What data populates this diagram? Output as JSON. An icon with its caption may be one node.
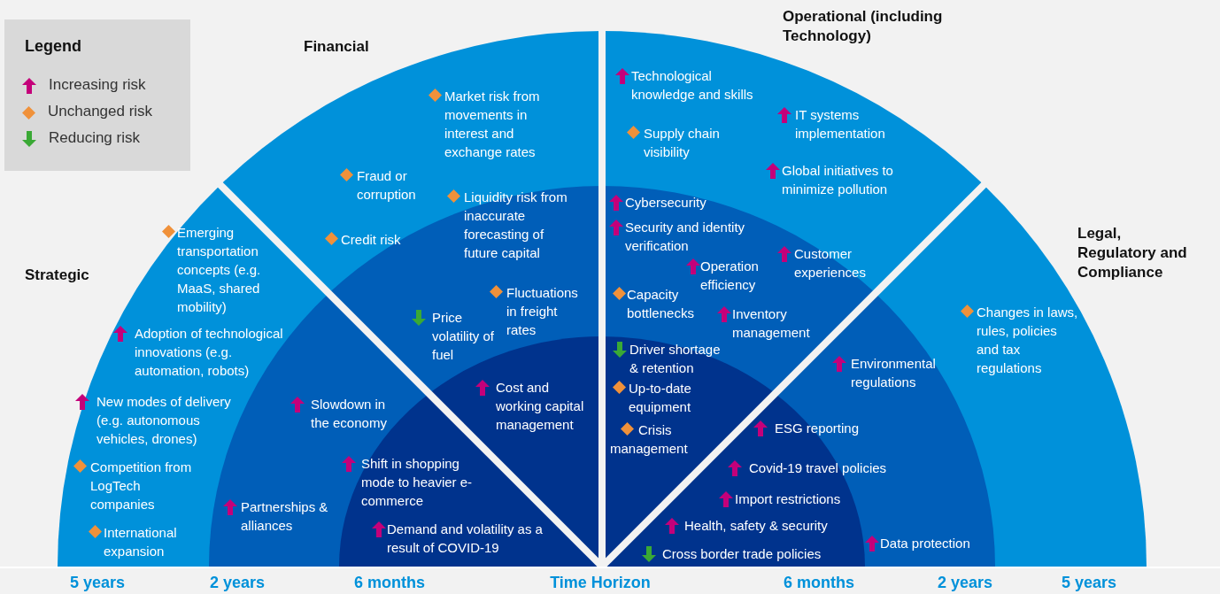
{
  "diagram": {
    "nodes": [
      {
        "text": [
          "Strategic"
        ]
      },
      {
        "text": [
          "Emerging transportation concepts (e.g. MaaS, shared mobility)"
        ],
        "in": 0
      },
      {
        "text": [
          "Adoption of technological innovations (e.g. automation, robots)"
        ],
        "in": 0
      },
      {
        "text": [
          "New modes of delivery (e.g. autonomous vehicles, drones)"
        ],
        "in": 0
      },
      {
        "text": [
          "Competition from LogTech companies"
        ],
        "in": 0
      },
      {
        "text": [
          "International expansion"
        ],
        "in": 0
      },
      {
        "text": [
          "Slowdown in the economy"
        ],
        "in": 0
      },
      {
        "text": [
          "Partnerships & alliances"
        ],
        "in": 0
      },
      {
        "text": [
          "Shift in shopping mode to heavier e-commerce"
        ],
        "in": 0
      },
      {
        "text": [
          "Demand and volatility as a result of COVID-19"
        ],
        "in": 0
      },
      {
        "text": [
          "Financial"
        ]
      },
      {
        "text": [
          "Market risk from movements in interest and exchange rates"
        ],
        "in": 10
      },
      {
        "text": [
          "Fraud or corruption"
        ],
        "in": 10
      },
      {
        "text": [
          "Liquidity risk from inaccurate forecasting of future capital"
        ],
        "in": 10
      },
      {
        "text": [
          "Credit risk"
        ],
        "in": 10
      },
      {
        "text": [
          "Fluctuations in freight rates"
        ],
        "in": 10
      },
      {
        "text": [
          "Price volatility of fuel"
        ],
        "in": 10
      },
      {
        "text": [
          "Cost and working capital management"
        ],
        "in": 10
      },
      {
        "text": [
          "Operational (including Technology)"
        ]
      },
      {
        "text": [
          "Technological knowledge and skills"
        ],
        "in": 18
      },
      {
        "text": [
          "IT systems implementation"
        ],
        "in": 18
      },
      {
        "text": [
          "Supply chain visibility"
        ],
        "in": 18
      },
      {
        "text": [
          "Global initiatives to minimize pollution"
        ],
        "in": 18
      },
      {
        "text": [
          "Cybersecurity"
        ],
        "in": 18
      },
      {
        "text": [
          "Security and identity verification"
        ],
        "in": 18
      },
      {
        "text": [
          "Customer experiences"
        ],
        "in": 18
      },
      {
        "text": [
          "Operation efficiency"
        ],
        "in": 18
      },
      {
        "text": [
          "Capacity bottlenecks"
        ],
        "in": 18
      },
      {
        "text": [
          "Inventory management"
        ],
        "in": 18
      },
      {
        "text": [
          "Driver shortage & retention"
        ],
        "in": 18
      },
      {
        "text": [
          "Up-to-date equipment"
        ],
        "in": 18
      },
      {
        "text": [
          "Crisis management"
        ],
        "in": 18
      },
      {
        "text": [
          "Legal, Regulatory and Compliance"
        ]
      },
      {
        "text": [
          "Changes in laws, rules, policies and tax regulations"
        ],
        "in": 32
      },
      {
        "text": [
          "Environmental regulations"
        ],
        "in": 32
      },
      {
        "text": [
          "ESG reporting"
        ],
        "in": 32
      },
      {
        "text": [
          "Covid-19 travel policies"
        ],
        "in": 32
      },
      {
        "text": [
          "Import restrictions"
        ],
        "in": 32
      },
      {
        "text": [
          "Health, safety & security"
        ],
        "in": 32
      },
      {
        "text": [
          "Data protection"
        ],
        "in": 32
      },
      {
        "text": [
          "Cross border trade policies"
        ],
        "in": 32
      }
    ],
    "labels": [
      "Legend",
      "5 years",
      "2 years",
      "6 months",
      "Time Horizon",
      "6 months",
      "2 years",
      "5 years"
    ],
    "legend": [
      {
        "text": "Increasing risk"
      },
      {
        "text": "Unchanged risk"
      },
      {
        "text": "Reducing risk"
      }
    ]
  }
}
